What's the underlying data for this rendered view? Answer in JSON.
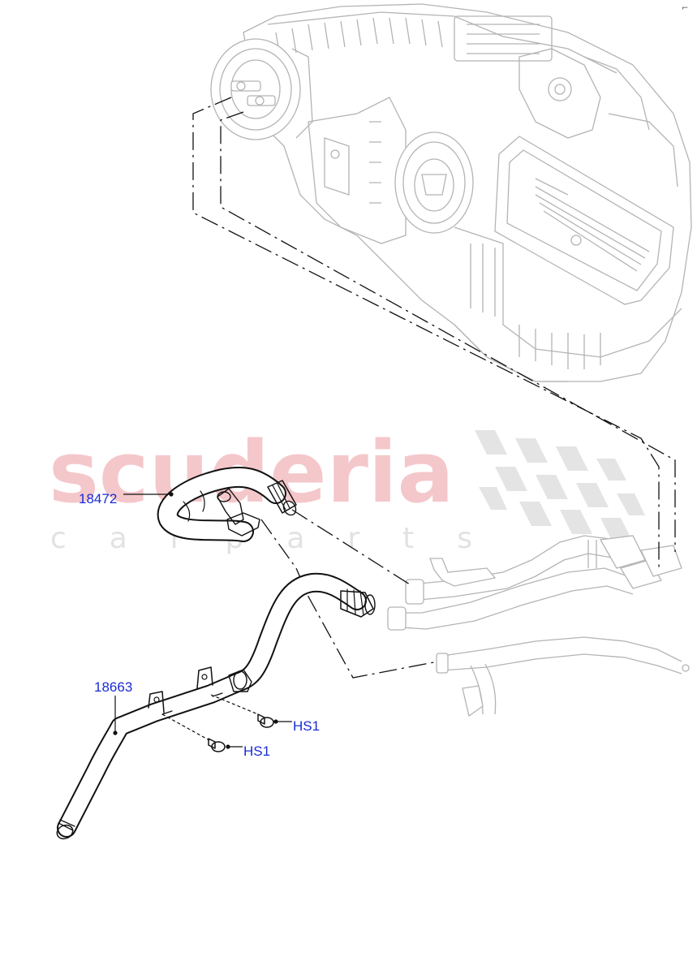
{
  "watermark": {
    "brand": "scuderia",
    "tagline": "c a r p a r t s"
  },
  "corner_mark": "⌐",
  "callouts": [
    {
      "id": "18472",
      "label": "18472"
    },
    {
      "id": "18663",
      "label": "18663"
    },
    {
      "id": "HS1",
      "label": "HS1"
    },
    {
      "id": "HS1",
      "label": "HS1"
    }
  ],
  "colors": {
    "callout_text": "#1a2bd6",
    "watermark_brand": "#f4c7cb",
    "watermark_pattern": "#e2e2e2",
    "context_lines": "#b4b4b4",
    "part_lines": "#111111"
  }
}
